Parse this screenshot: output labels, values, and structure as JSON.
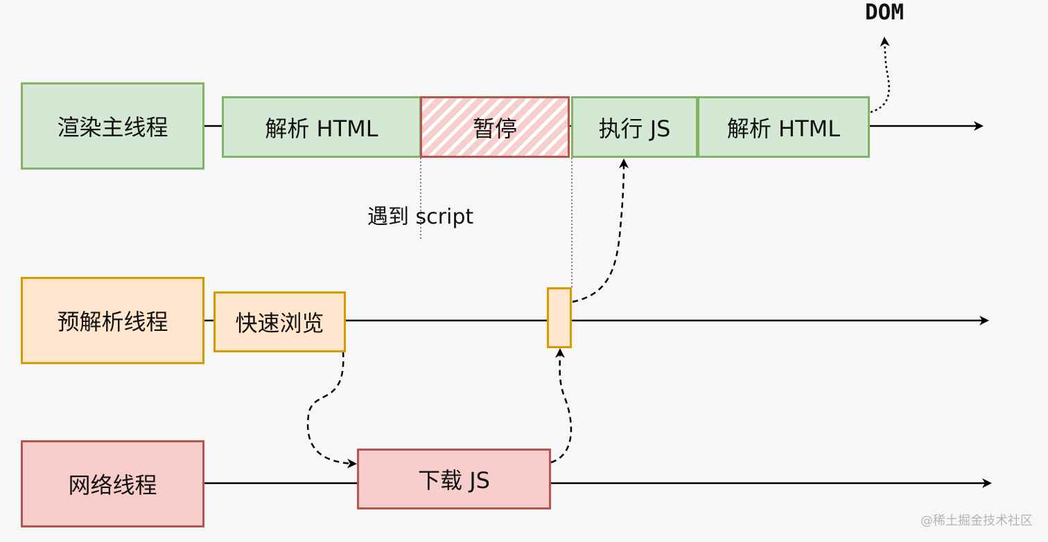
{
  "threads": {
    "render": "渲染主线程",
    "preparse": "预解析线程",
    "network": "网络线程"
  },
  "render_blocks": {
    "parse1": "解析 HTML",
    "pause": "暂停",
    "exec": "执行 JS",
    "parse2": "解析 HTML"
  },
  "preparse_blocks": {
    "browse": "快速浏览"
  },
  "network_blocks": {
    "download": "下载 JS"
  },
  "annotations": {
    "script": "遇到 script",
    "dom": "DOM"
  },
  "watermark": "@稀土掘金技术社区",
  "colors": {
    "green_fill": "#d5e8d4",
    "green_stroke": "#82b366",
    "orange_fill": "#ffe6cc",
    "orange_stroke": "#d79b00",
    "red_fill": "#f8cecc",
    "red_stroke": "#b85450"
  }
}
